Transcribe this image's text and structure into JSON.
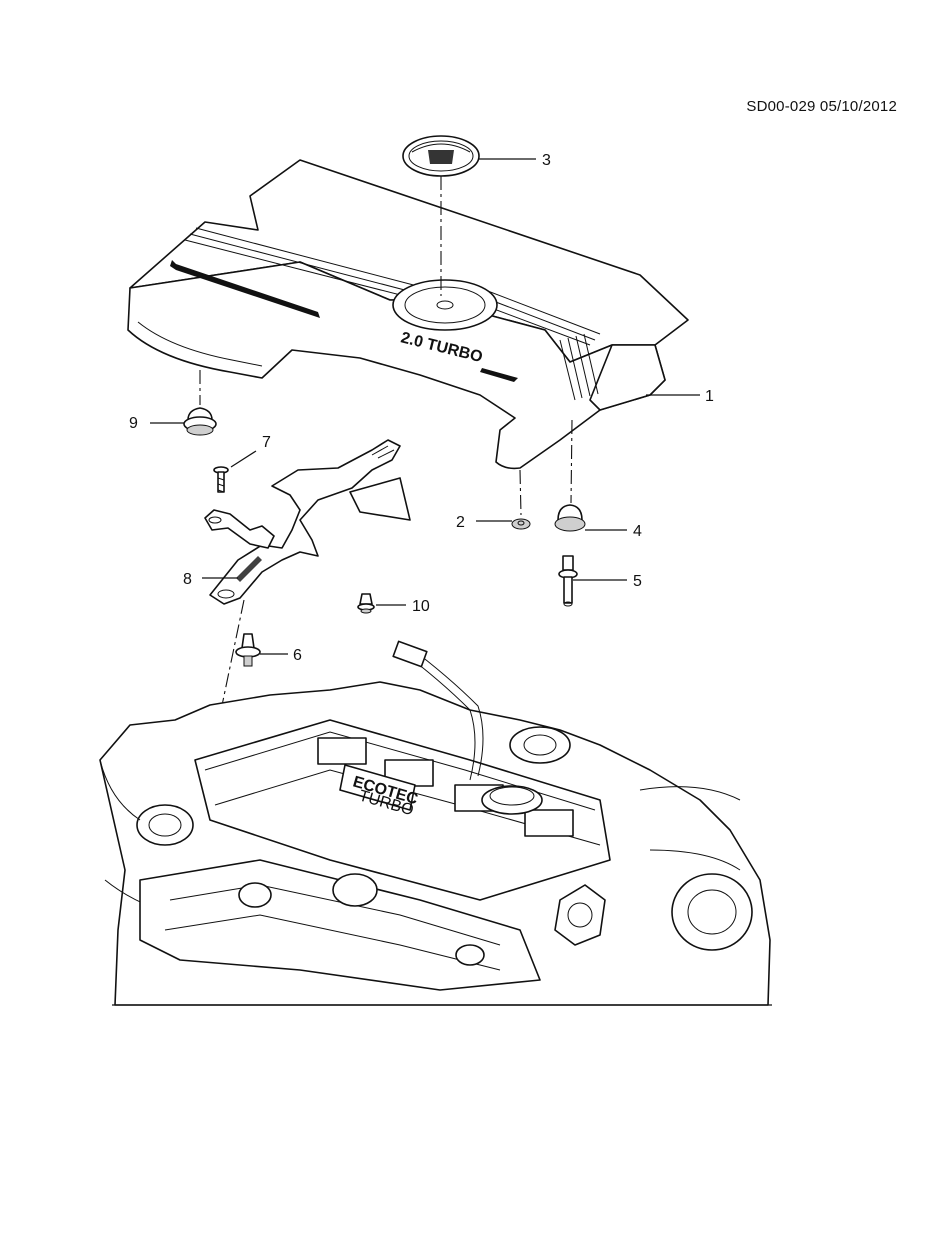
{
  "reference": "SD00-029 05/10/2012",
  "cover_text": "2.0 TURBO",
  "engine_text": {
    "line1": "ECOTEC",
    "line2": "TURBO"
  },
  "callouts": [
    {
      "id": "c1",
      "label": "1"
    },
    {
      "id": "c2",
      "label": "2"
    },
    {
      "id": "c3",
      "label": "3"
    },
    {
      "id": "c4",
      "label": "4"
    },
    {
      "id": "c5",
      "label": "5"
    },
    {
      "id": "c6",
      "label": "6"
    },
    {
      "id": "c7",
      "label": "7"
    },
    {
      "id": "c8",
      "label": "8"
    },
    {
      "id": "c9",
      "label": "9"
    },
    {
      "id": "c10",
      "label": "10"
    }
  ]
}
